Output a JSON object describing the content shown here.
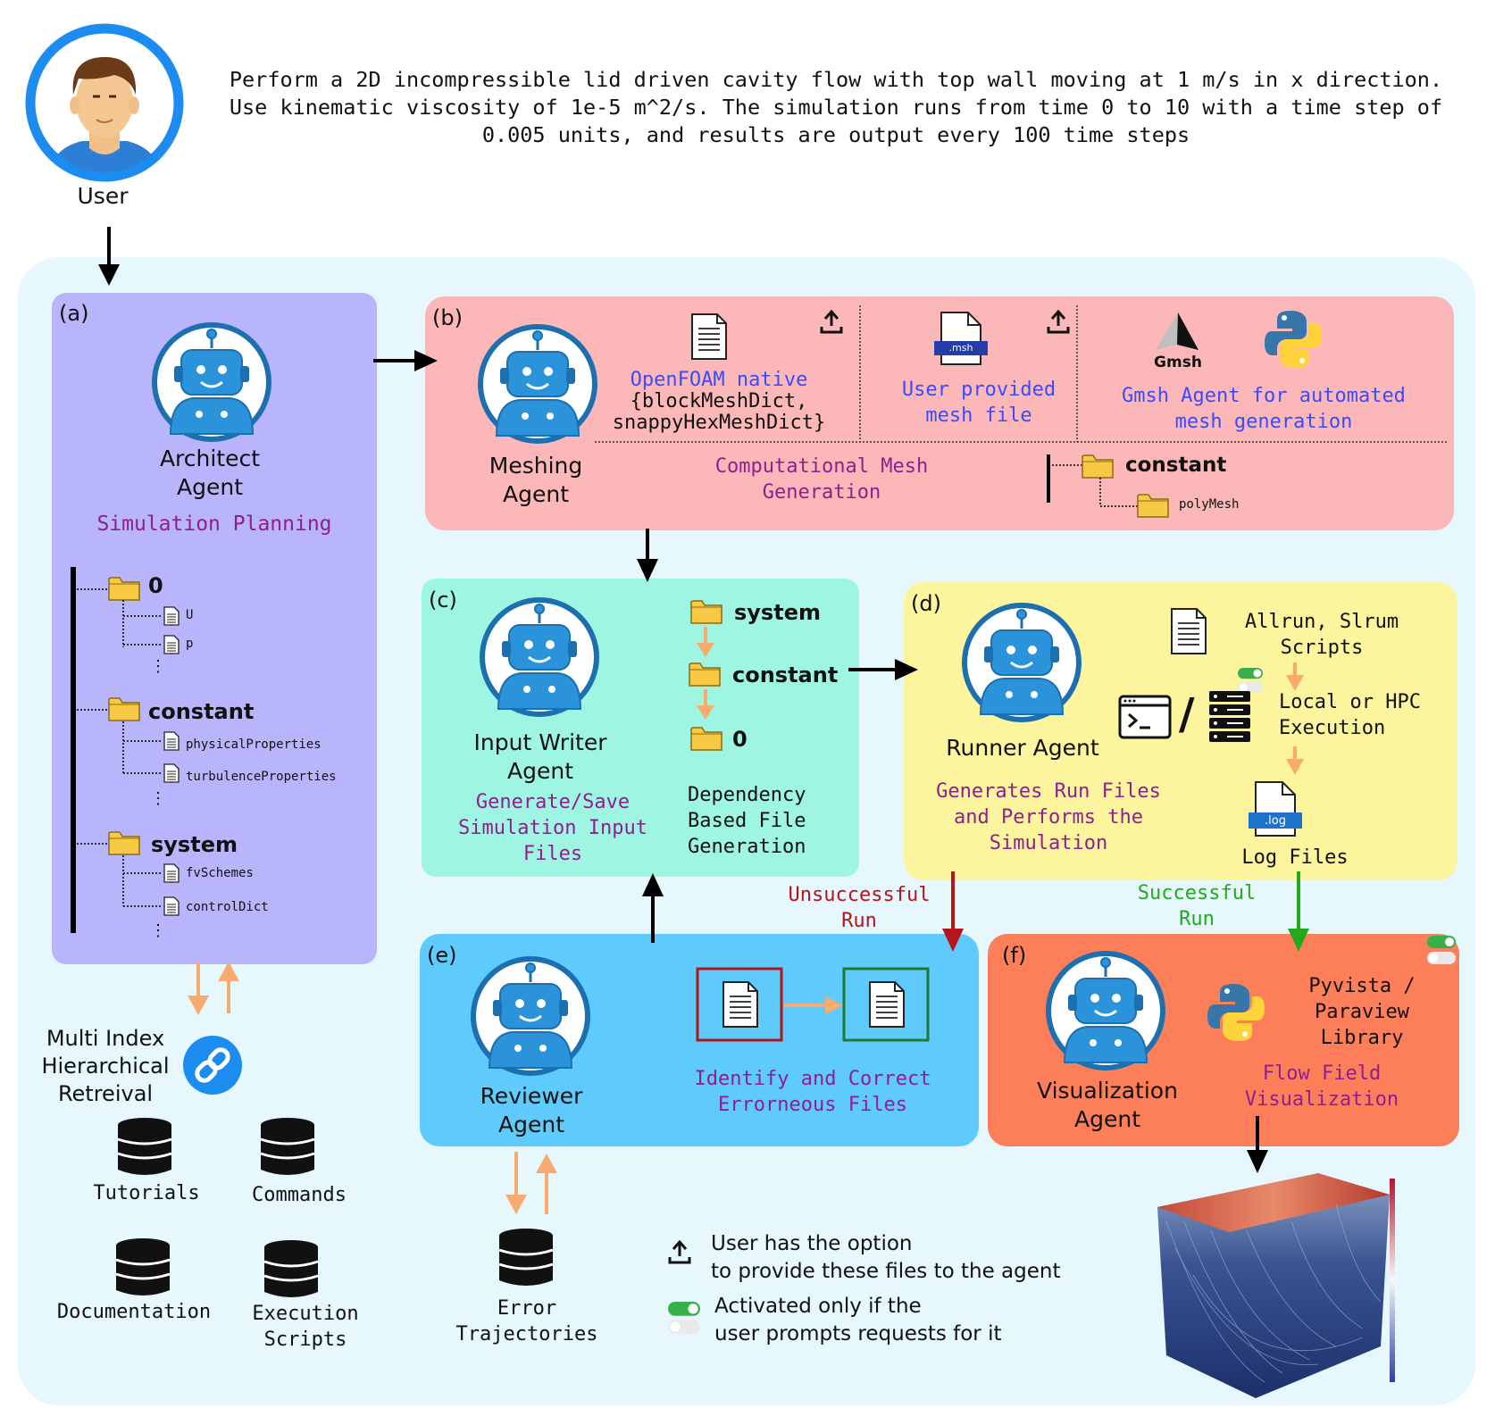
{
  "user": {
    "label": "User",
    "prompt_line1": "Perform a 2D incompressible lid driven cavity flow with top wall moving at 1 m/s in x direction.",
    "prompt_line2": "Use kinematic viscosity of 1e-5 m^2/s. The simulation runs from time 0 to 10 with a time step of",
    "prompt_line3": "0.005 units, and results are output every 100 time steps"
  },
  "panel_a": {
    "label": "(a)",
    "agent_line1": "Architect",
    "agent_line2": "Agent",
    "task": "Simulation Planning",
    "tree": {
      "folder0": "0",
      "files0": [
        "U",
        "p"
      ],
      "folder_constant": "constant",
      "files_constant": [
        "physicalProperties",
        "turbulenceProperties"
      ],
      "folder_system": "system",
      "files_system": [
        "fvSchemes",
        "controlDict"
      ]
    }
  },
  "retrieval": {
    "line1": "Multi Index",
    "line2": "Hierarchical",
    "line3": "Retreival",
    "db1": "Tutorials",
    "db2": "Commands",
    "db3": "Documentation",
    "db4_line1": "Execution",
    "db4_line2": "Scripts"
  },
  "panel_b": {
    "label": "(b)",
    "agent_line1": "Meshing",
    "agent_line2": "Agent",
    "opt1_line1": "OpenFOAM native",
    "opt1_line2": "{blockMeshDict,",
    "opt1_line3": "snappyHexMeshDict}",
    "opt2_badge": ".msh",
    "opt2_line1": "User provided",
    "opt2_line2": "mesh file",
    "gmsh_label": "Gmsh",
    "opt3_line1": "Gmsh Agent for automated",
    "opt3_line2": "mesh generation",
    "task_line1": "Computational Mesh",
    "task_line2": "Generation",
    "folder": "constant",
    "subfolder": "polyMesh"
  },
  "panel_c": {
    "label": "(c)",
    "agent_line1": "Input Writer",
    "agent_line2": "Agent",
    "task_line1": "Generate/Save",
    "task_line2": "Simulation Input",
    "task_line3": "Files",
    "folders": [
      "system",
      "constant",
      "0"
    ],
    "dep_line1": "Dependency",
    "dep_line2": "Based File",
    "dep_line3": "Generation"
  },
  "panel_d": {
    "label": "(d)",
    "agent": "Runner Agent",
    "scripts_line1": "Allrun, Slrum",
    "scripts_line2": "Scripts",
    "exec_line1": "Local or HPC",
    "exec_line2": "Execution",
    "log_badge": ".log",
    "log_label": "Log Files",
    "task_line1": "Generates Run Files",
    "task_line2": "and Performs the",
    "task_line3": "Simulation"
  },
  "panel_e": {
    "label": "(e)",
    "agent_line1": "Reviewer",
    "agent_line2": "Agent",
    "task_line1": "Identify and Correct",
    "task_line2": "Errorneous Files",
    "db_line1": "Error",
    "db_line2": "Trajectories"
  },
  "panel_f": {
    "label": "(f)",
    "agent_line1": "Visualization",
    "agent_line2": "Agent",
    "lib_line1": "Pyvista /",
    "lib_line2": "Paraview",
    "lib_line3": "Library",
    "task_line1": "Flow Field",
    "task_line2": "Visualization"
  },
  "flow": {
    "unsuccessful_line1": "Unsuccessful",
    "unsuccessful_line2": "Run",
    "successful_line1": "Successful",
    "successful_line2": "Run"
  },
  "legend": {
    "upload_line1": "User has the option",
    "upload_line2": "to provide these files to the agent",
    "toggle_line1": "Activated only if the",
    "toggle_line2": "user prompts requests for it"
  },
  "colors": {
    "outer_bg": "#e6f7fd",
    "panel_a": "#b8b5fc",
    "panel_b": "#fcb8b8",
    "panel_c": "#9ef5e2",
    "panel_d": "#fdf59d",
    "panel_e": "#5ecbfc",
    "panel_f": "#fd7f5a",
    "robot": "#2b93d9",
    "folder": "#f7c945",
    "orange_arrow": "#f8ab6e",
    "fail_arrow": "#b8141e",
    "success_arrow": "#24a81c",
    "task_text": "#8e1f8e",
    "option_text": "#3a4bff"
  }
}
